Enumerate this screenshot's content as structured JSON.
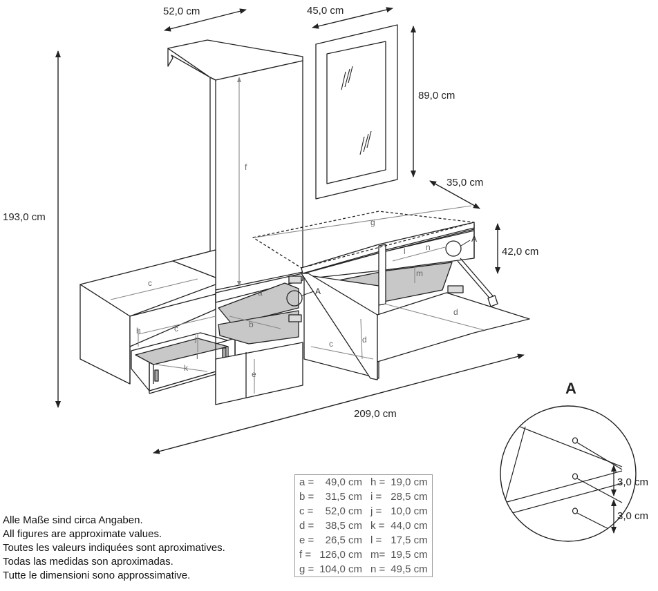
{
  "dimensions": {
    "width_top": "52,0 cm",
    "width_mirror": "45,0 cm",
    "height_mirror": "89,0 cm",
    "height_total": "193,0 cm",
    "depth_low": "35,0 cm",
    "height_low": "42,0 cm",
    "width_total": "209,0 cm",
    "hole_spacing_1": "3,0 cm",
    "hole_spacing_2": "3,0 cm"
  },
  "part_labels": {
    "a": "a",
    "b": "b",
    "c": "c",
    "d": "d",
    "e": "e",
    "f": "f",
    "g": "g",
    "h": "h",
    "i": "i",
    "j": "j",
    "k": "k",
    "l": "l",
    "m": "m",
    "n": "n"
  },
  "callout": {
    "marker": "A",
    "detail_title": "A"
  },
  "legend": [
    {
      "left_key": "a =",
      "left_val": "49,0 cm",
      "right_key": "h =",
      "right_val": "19,0 cm"
    },
    {
      "left_key": "b =",
      "left_val": "31,5 cm",
      "right_key": "i =",
      "right_val": "28,5 cm"
    },
    {
      "left_key": "c =",
      "left_val": "52,0 cm",
      "right_key": "j =",
      "right_val": "10,0 cm"
    },
    {
      "left_key": "d =",
      "left_val": "38,5 cm",
      "right_key": "k =",
      "right_val": "44,0 cm"
    },
    {
      "left_key": "e =",
      "left_val": "26,5 cm",
      "right_key": "l =",
      "right_val": "17,5 cm"
    },
    {
      "left_key": "f =",
      "left_val": "126,0 cm",
      "right_key": "m=",
      "right_val": "19,5 cm"
    },
    {
      "left_key": "g =",
      "left_val": "104,0 cm",
      "right_key": "n =",
      "right_val": "49,5 cm"
    }
  ],
  "notes": [
    "Alle Maße sind circa Angaben.",
    "All figures are approximate values.",
    "Toutes les valeurs indiquées sont aproximatives.",
    "Todas las medidas son aproximadas.",
    "Tutte le dimensioni sono approssimative."
  ]
}
